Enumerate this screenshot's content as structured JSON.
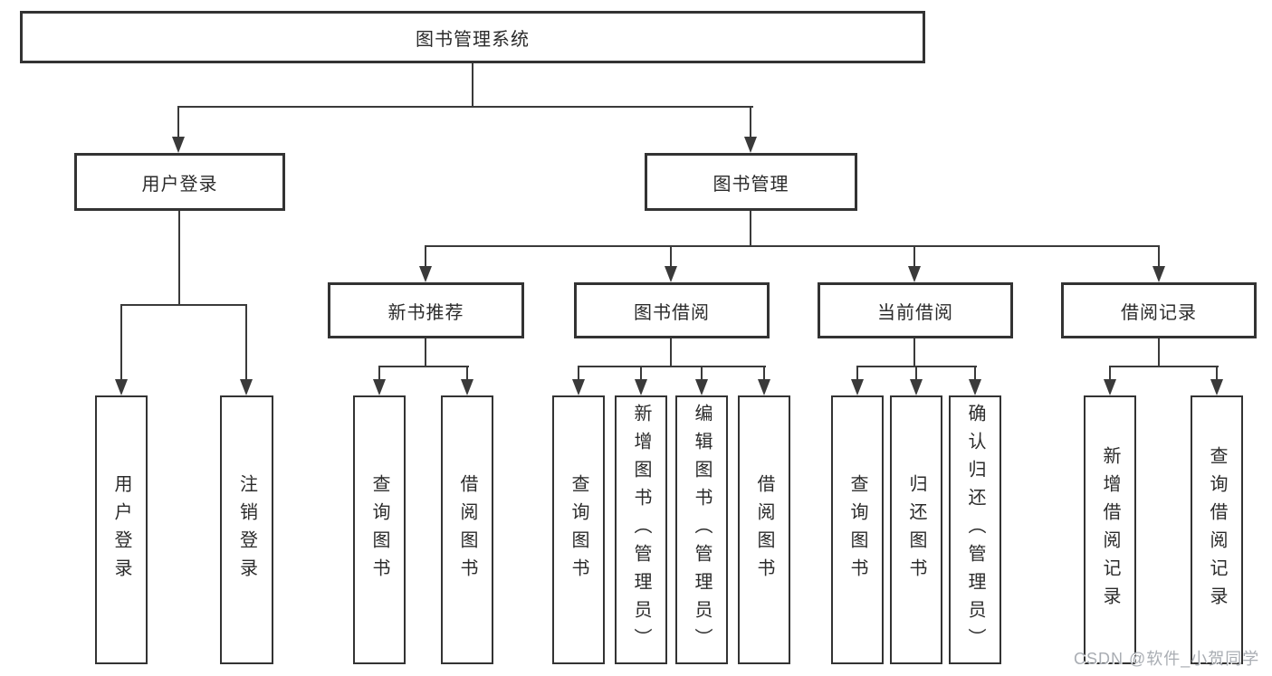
{
  "nodes": {
    "root": "图书管理系统",
    "level2": [
      "用户登录",
      "图书管理"
    ],
    "level3": [
      "新书推荐",
      "图书借阅",
      "当前借阅",
      "借阅记录"
    ],
    "leaves": {
      "user_login": [
        "用户登录",
        "注销登录"
      ],
      "new_book_recommend": [
        "查询图书",
        "借阅图书"
      ],
      "book_borrow": [
        "查询图书",
        "新增图书（管理员）",
        "编辑图书（管理员）",
        "借阅图书"
      ],
      "current_borrow": [
        "查询图书",
        "归还图书",
        "确认归还（管理员）"
      ],
      "borrow_records": [
        "新增借阅记录",
        "查询借阅记录"
      ]
    }
  },
  "watermark": "CSDN @软件_小贺同学",
  "colors": {
    "line": "#3a3a3a",
    "box_border": "#333333",
    "text": "#2b2b2b",
    "watermark": "#a9adb3"
  }
}
